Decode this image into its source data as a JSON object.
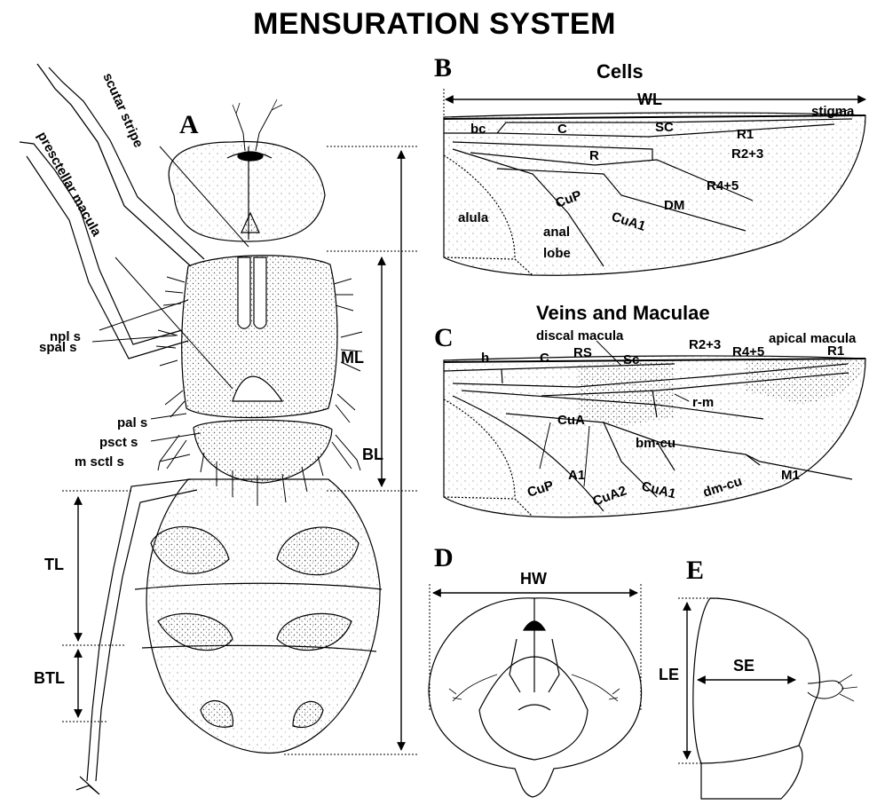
{
  "title": "MENSURATION SYSTEM",
  "panels": {
    "a": {
      "letter": "A",
      "labels": {
        "scutar_stripe": "scutar stripe",
        "prescutellar_macula": "presctellar macula",
        "npl_s": "npl s",
        "spal_s": "spal s",
        "pal_s": "pal s",
        "psct_s": "psct s",
        "m_sctl_s": "m sctl s"
      },
      "measures": {
        "ml": "ML",
        "bl": "BL",
        "tl": "TL",
        "btl": "BTL"
      }
    },
    "b": {
      "letter": "B",
      "subtitle": "Cells",
      "labels": {
        "wl": "WL",
        "stigma": "stigma",
        "bc": "bc",
        "c": "C",
        "sc": "SC",
        "r1": "R1",
        "r2_3": "R2+3",
        "r": "R",
        "r4_5": "R4+5",
        "cup": "CuP",
        "dm": "DM",
        "cua1": "CuA1",
        "alula": "alula",
        "anal": "anal",
        "lobe": "lobe"
      }
    },
    "c": {
      "letter": "C",
      "subtitle": "Veins and Maculae",
      "labels": {
        "discal_macula": "discal macula",
        "h": "h",
        "c": "C",
        "rs": "RS",
        "sc": "Sc",
        "r2_3": "R2+3",
        "r4_5": "R4+5",
        "apical_macula": "apical macula",
        "r1": "R1",
        "rm": "r-m",
        "cua": "CuA",
        "bmcu": "bm-cu",
        "a1": "A1",
        "cup": "CuP",
        "cua2": "CuA2",
        "cua1": "CuA1",
        "dmcu": "dm-cu",
        "m1": "M1"
      }
    },
    "d": {
      "letter": "D",
      "labels": {
        "hw": "HW"
      }
    },
    "e": {
      "letter": "E",
      "labels": {
        "le": "LE",
        "se": "SE"
      }
    }
  }
}
